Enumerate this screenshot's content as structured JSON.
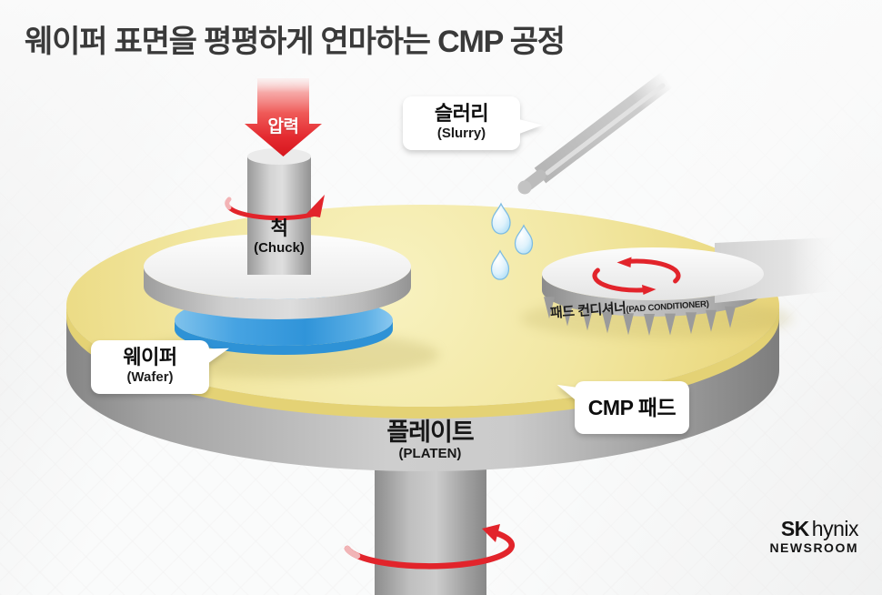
{
  "title": "웨이퍼 표면을 평평하게 연마하는 CMP 공정",
  "labels": {
    "pressure": "압력",
    "chuck_ko": "척",
    "chuck_en": "(Chuck)",
    "slurry_ko": "슬러리",
    "slurry_en": "(Slurry)",
    "wafer_ko": "웨이퍼",
    "wafer_en": "(Wafer)",
    "conditioner_ko": "패드 컨디셔너",
    "conditioner_en": "(PAD CONDITIONER)",
    "cmp_pad": "CMP 패드",
    "platen_ko": "플레이트",
    "platen_en": "(PLATEN)"
  },
  "branding": {
    "sk": "SK",
    "hynix": "hynix",
    "newsroom": "NEWSROOM"
  },
  "colors": {
    "accent_red": "#e2242b",
    "pad_yellow": "#f1e69e",
    "pad_edge_yellow": "#e6d47a",
    "wafer_blue": "#3f9ede",
    "metal_gray": "#c6c6c6",
    "droplet_blue": "#a5daf4",
    "title_text": "#3a3a3a",
    "background": "#fafbfb"
  },
  "icons": {
    "pressure_arrow": "down-arrow-icon",
    "chuck_rotation": "rotation-arc-icon",
    "conditioner_rotation": "circular-rotation-icon",
    "platen_rotation": "rotation-arc-icon",
    "slurry_droplets": "droplet-icon",
    "slurry_nozzle": "dispenser-tube-icon"
  }
}
